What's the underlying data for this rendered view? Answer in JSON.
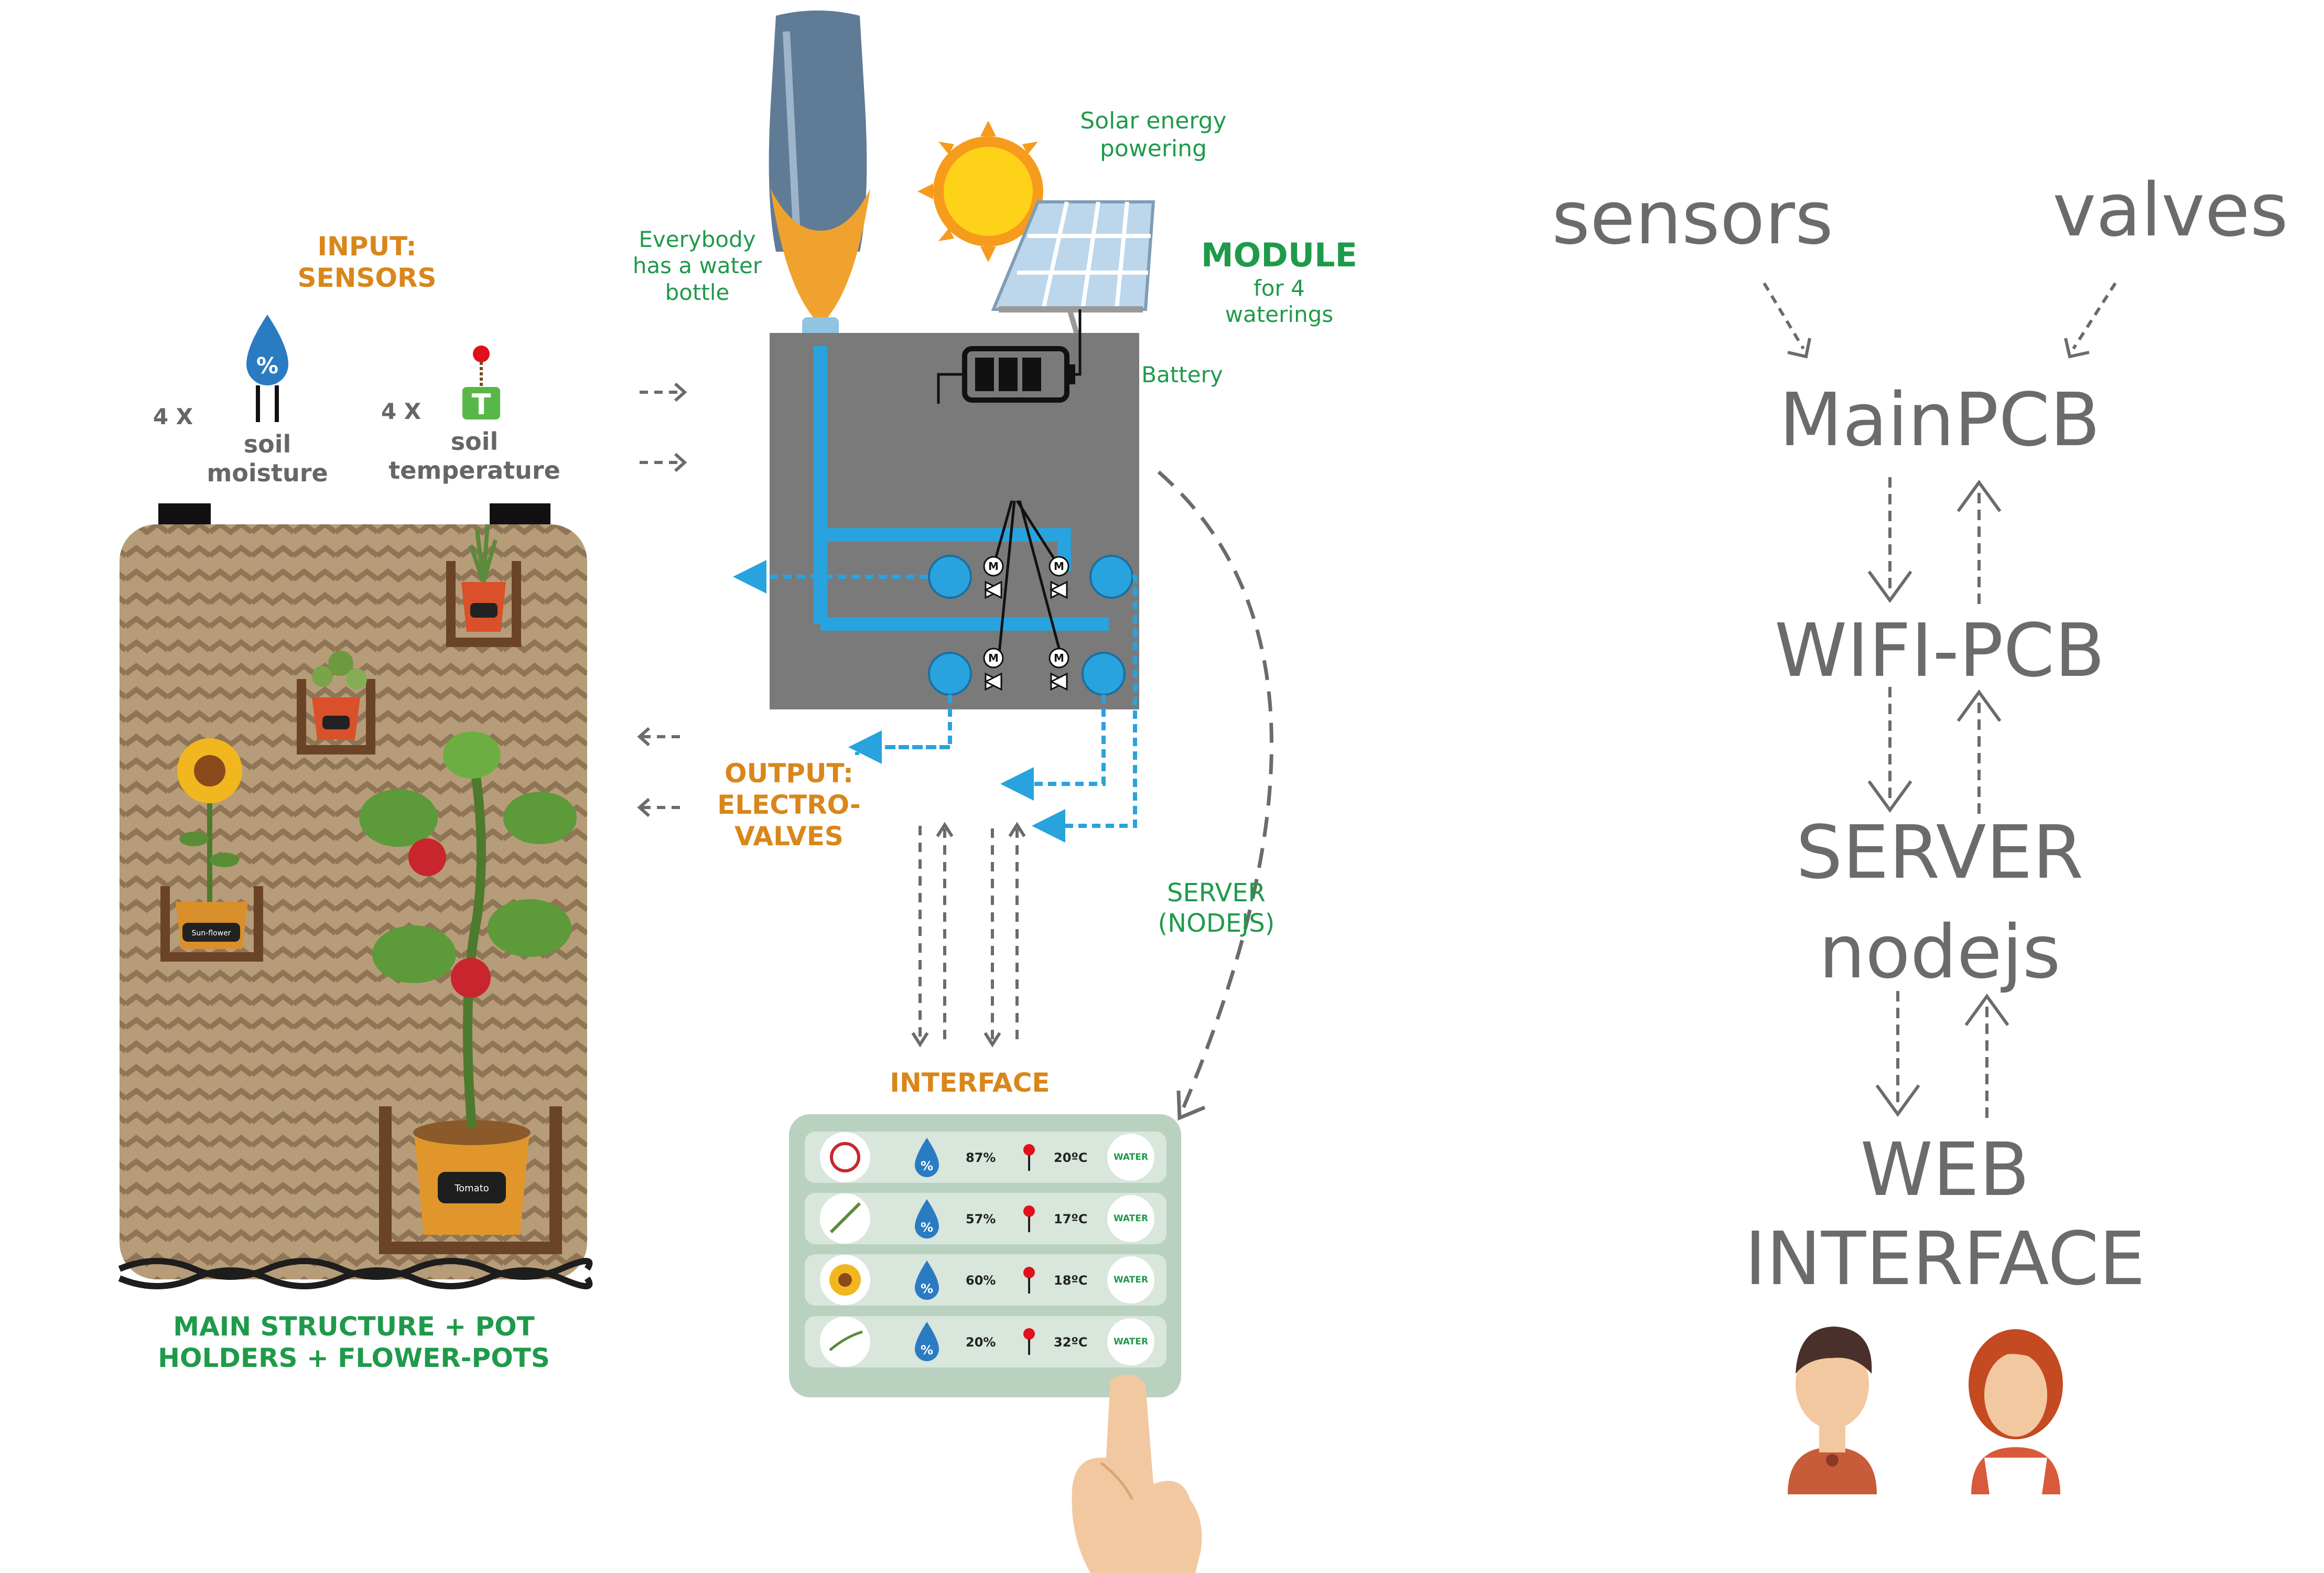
{
  "input": {
    "title_line1": "INPUT:",
    "title_line2": "SENSORS",
    "moisture_count": "4 X",
    "moisture_line1": "soil",
    "moisture_line2": "moisture",
    "temp_count": "4 X",
    "temp_line1": "soil",
    "temp_line2": "temperature"
  },
  "module": {
    "bottle_line1": "Everybody",
    "bottle_line2": "has a water",
    "bottle_line3": "bottle",
    "solar_line1": "Solar energy",
    "solar_line2": "powering",
    "title": "MODULE",
    "sub_line1": "for 4",
    "sub_line2": "waterings",
    "battery": "Battery"
  },
  "output": {
    "line1": "OUTPUT:",
    "line2": "ELECTRO-",
    "line3": "VALVES"
  },
  "server_label_line1": "SERVER",
  "server_label_line2": "(NODEJS)",
  "interface": {
    "title": "INTERFACE",
    "rows": [
      {
        "plant_icon": "tomato-icon",
        "moisture": "87%",
        "temp": "20ºC",
        "button": "WATER"
      },
      {
        "plant_icon": "rosemary-icon",
        "moisture": "57%",
        "temp": "17ºC",
        "button": "WATER"
      },
      {
        "plant_icon": "sunflower-icon",
        "moisture": "60%",
        "temp": "18ºC",
        "button": "WATER"
      },
      {
        "plant_icon": "herb-icon",
        "moisture": "20%",
        "temp": "32ºC",
        "button": "WATER"
      }
    ]
  },
  "structure": {
    "line1": "MAIN STRUCTURE + POT",
    "line2": "HOLDERS + FLOWER-POTS",
    "pots": [
      "Sun-flower",
      "Tomato"
    ]
  },
  "flow": {
    "sensors": "sensors",
    "valves": "valves",
    "mainpcb": "MainPCB",
    "wifipcb": "WIFI-PCB",
    "server": "SERVER",
    "nodejs": "nodejs",
    "web": "WEB",
    "interface": "INTERFACE"
  },
  "colors": {
    "orange": "#d9861a",
    "green": "#1f9a4a",
    "water_blue": "#29a3dd",
    "module_gray": "#7a7a7a",
    "flow_gray": "#6b6b6b"
  }
}
